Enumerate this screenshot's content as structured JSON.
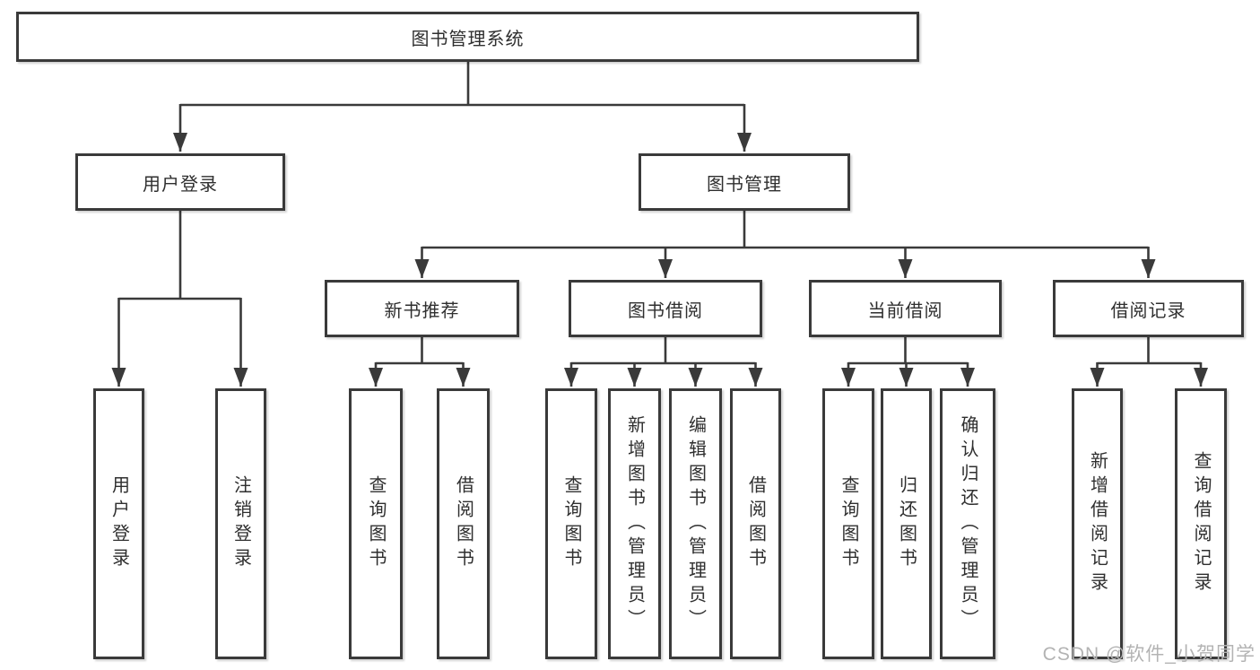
{
  "diagram": {
    "root": {
      "label": "图书管理系统"
    },
    "level2": [
      {
        "label": "用户登录"
      },
      {
        "label": "图书管理"
      }
    ],
    "level3": [
      {
        "label": "新书推荐"
      },
      {
        "label": "图书借阅"
      },
      {
        "label": "当前借阅"
      },
      {
        "label": "借阅记录"
      }
    ],
    "leaves": [
      {
        "label": "用户登录"
      },
      {
        "label": "注销登录"
      },
      {
        "label": "查询图书"
      },
      {
        "label": "借阅图书"
      },
      {
        "label": "查询图书"
      },
      {
        "label": "新增图书（管理员）"
      },
      {
        "label": "编辑图书（管理员）"
      },
      {
        "label": "借阅图书"
      },
      {
        "label": "查询图书"
      },
      {
        "label": "归还图书"
      },
      {
        "label": "确认归还（管理员）"
      },
      {
        "label": "新增借阅记录"
      },
      {
        "label": "查询借阅记录"
      }
    ],
    "watermark": {
      "label": "CSDN @软件_小贺同学"
    },
    "colors": {
      "line": "#3a3a3a",
      "box_border": "#3a3a3a",
      "box_fill": "#ffffff",
      "text": "#2f2f2f",
      "watermark": "#b3b3b3"
    }
  }
}
